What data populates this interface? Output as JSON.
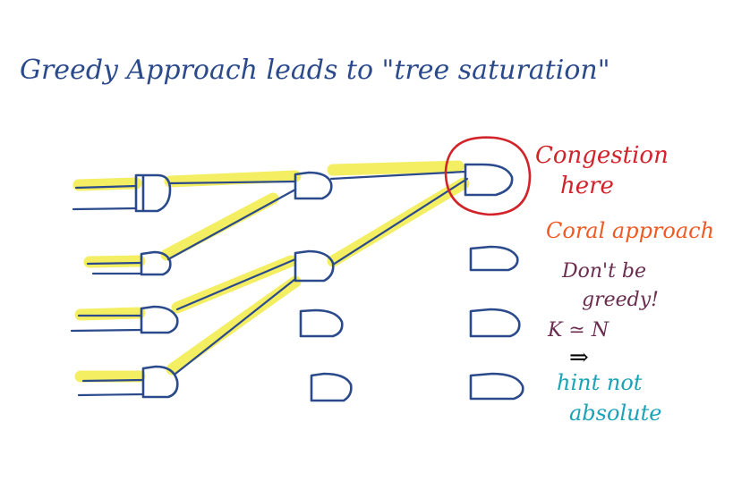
{
  "title": "Greedy Approach leads to \"tree saturation\"",
  "notes": {
    "congestion_line1": "Congestion",
    "congestion_line2": "here",
    "coral": "Coral approach",
    "dont_line1": "Don't be",
    "dont_line2": "greedy!",
    "k_n": "K ≃ N",
    "implies": "⇒",
    "hint_line1": "hint not",
    "hint_line2": "absolute"
  },
  "colors": {
    "ink_blue": "#2b4a8c",
    "highlight": "#f3ec52",
    "congestion_red": "#d2232a",
    "coral_orange": "#ef5a24",
    "maroon": "#6a2d4f",
    "teal": "#1aa3b8"
  }
}
